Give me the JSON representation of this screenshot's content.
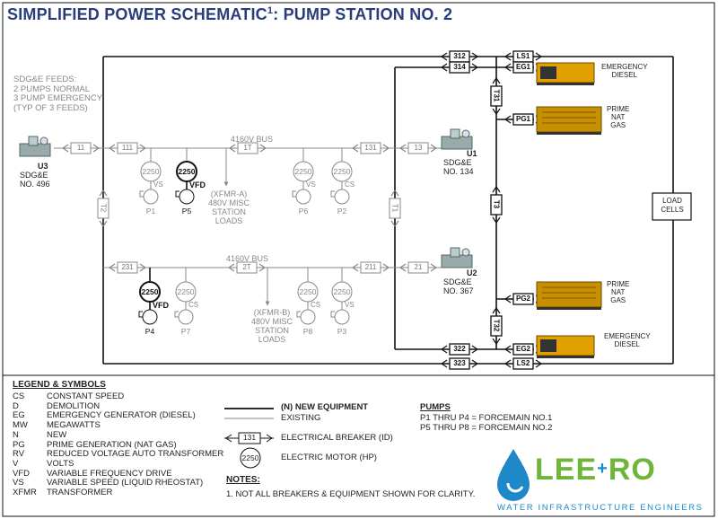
{
  "title": {
    "main": "SIMPLIFIED POWER SCHEMATIC",
    "sup": "1",
    "tail": ": PUMP STATION NO. 2"
  },
  "feeds_note": [
    "SDG&E FEEDS:",
    "2 PUMPS NORMAL",
    "3 PUMP EMERGENCY",
    "(TYP OF 3 FEEDS)"
  ],
  "utilities": [
    {
      "id": "U3",
      "label": "SDG&E",
      "no": "NO. 496"
    },
    {
      "id": "U1",
      "label": "SDG&E",
      "no": "NO. 134"
    },
    {
      "id": "U2",
      "label": "SDG&E",
      "no": "NO. 367"
    }
  ],
  "bus_top": "4160V BUS",
  "bus_bottom": "4160V BUS",
  "breakers": {
    "b11": "11",
    "b111": "111",
    "b1T": "1T",
    "b131": "131",
    "b13": "13",
    "bT1": "T1",
    "bT2": "T2",
    "bT3": "T3",
    "b231": "231",
    "b2T": "2T",
    "b211": "211",
    "b21": "21",
    "b312": "312",
    "b314": "314",
    "b322": "322",
    "b323": "323",
    "bLS1": "LS1",
    "bEG1": "EG1",
    "bPG1": "PG1",
    "bPG2": "PG2",
    "bEG2": "EG2",
    "bLS2": "LS2",
    "bT31": "T31",
    "bT32": "T32"
  },
  "motors": {
    "p1": {
      "hp": "2250",
      "type": "VS",
      "label": "P1"
    },
    "p5": {
      "hp": "2250",
      "type": "VFD",
      "label": "P5"
    },
    "p6": {
      "hp": "2250",
      "type": "VS",
      "label": "P6"
    },
    "p2": {
      "hp": "2250",
      "type": "CS",
      "label": "P2"
    },
    "p4": {
      "hp": "2250",
      "type": "VFD",
      "label": "P4"
    },
    "p7": {
      "hp": "2250",
      "type": "CS",
      "label": "P7"
    },
    "p8": {
      "hp": "2250",
      "type": "CS",
      "label": "P8"
    },
    "p3": {
      "hp": "2250",
      "type": "VS",
      "label": "P3"
    }
  },
  "xfmr_a": [
    "(XFMR-A)",
    "480V MISC",
    "STATION",
    "LOADS"
  ],
  "xfmr_b": [
    "(XFMR-B)",
    "480V MISC",
    "STATION",
    "LOADS"
  ],
  "gens": {
    "eg1": [
      "EMERGENCY",
      "DIESEL"
    ],
    "pg1": [
      "PRIME",
      "NAT",
      "GAS"
    ],
    "pg2": [
      "PRIME",
      "NAT",
      "GAS"
    ],
    "eg2": [
      "EMERGENCY",
      "DIESEL"
    ]
  },
  "load_cells": [
    "LOAD",
    "CELLS"
  ],
  "legend": {
    "heading": "LEGEND & SYMBOLS",
    "items": [
      [
        "CS",
        "CONSTANT SPEED"
      ],
      [
        "D",
        "DEMOLITION"
      ],
      [
        "EG",
        "EMERGENCY GENERATOR (DIESEL)"
      ],
      [
        "MW",
        "MEGAWATTS"
      ],
      [
        "N",
        "NEW"
      ],
      [
        "PG",
        "PRIME GENERATION (NAT GAS)"
      ],
      [
        "RV",
        "REDUCED VOLTAGE AUTO TRANSFORMER"
      ],
      [
        "V",
        "VOLTS"
      ],
      [
        "VFD",
        "VARIABLE FREQUENCY DRIVE"
      ],
      [
        "VS",
        "VARIABLE SPEED (LIQUID RHEOSTAT)"
      ],
      [
        "XFMR",
        "TRANSFORMER"
      ]
    ]
  },
  "key": {
    "new_equipment": "(N) NEW EQUIPMENT",
    "existing": "EXISTING",
    "breaker_id": "131",
    "breaker_text": "ELECTRICAL BREAKER (ID)",
    "motor_hp": "2250",
    "motor_text": "ELECTRIC MOTOR (HP)"
  },
  "notes": {
    "heading": "NOTES:",
    "items": [
      "1.  NOT ALL BREAKERS & EQUIPMENT SHOWN FOR CLARITY."
    ]
  },
  "pumps": {
    "heading": "PUMPS",
    "items": [
      "P1 THRU P4 = FORCEMAIN NO.1",
      "P5 THRU P8 = FORCEMAIN NO.2"
    ]
  },
  "logo": {
    "name_left": "LEE",
    "plus": "+",
    "name_right": "RO",
    "tagline": "WATER INFRASTRUCTURE ENGINEERS"
  },
  "colors": {
    "title": "#2a3d7a",
    "line": "#111111",
    "existing": "#999999",
    "logo_blue": "#1e88c8",
    "logo_green": "#6fb53a"
  }
}
